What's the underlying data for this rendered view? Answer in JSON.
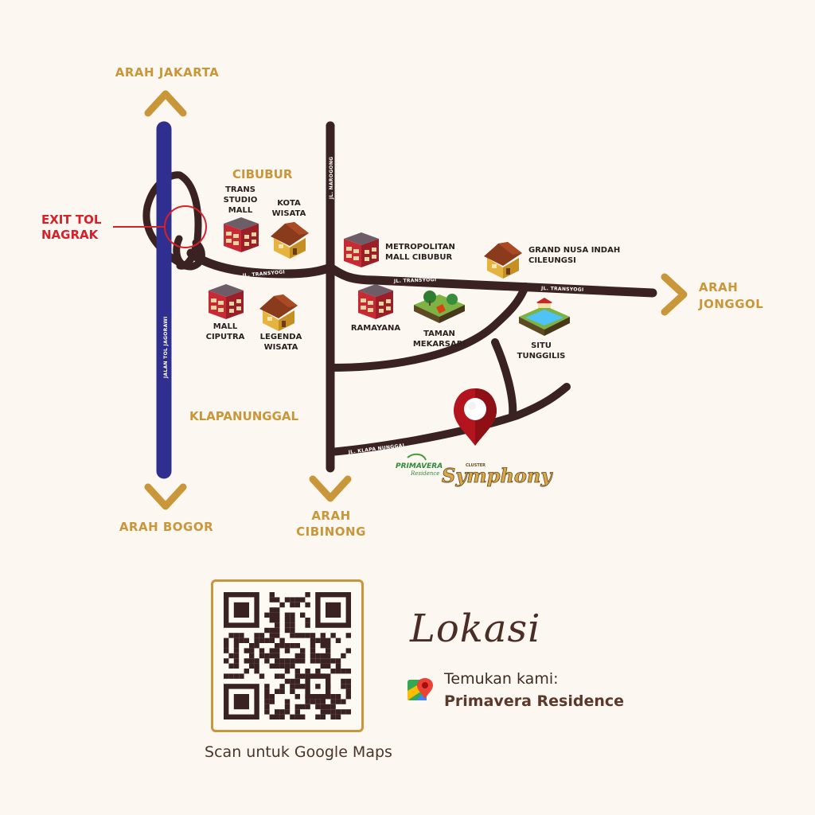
{
  "directions": {
    "north": "ARAH JAKARTA",
    "south": "ARAH BOGOR",
    "south2_line1": "ARAH",
    "south2_line2": "CIBINONG",
    "east_line1": "ARAH",
    "east_line2": "JONGGOL"
  },
  "areas": {
    "cibubur": "CIBUBUR",
    "klapanunggal": "KLAPANUNGGAL"
  },
  "exit": {
    "line1": "EXIT TOL",
    "line2": "NAGRAK"
  },
  "roads": {
    "jagorawi": "JALAN TOL JAGORAWI",
    "narogong": "JL. NAROGONG",
    "transyogi_1": "JL. TRANSYOGI",
    "transyogi_2": "JL. TRANSYOGI",
    "transyogi_3": "JL. TRANSYOGI",
    "klapanunggal": "JL. KLAPA NUNGGAL"
  },
  "landmarks": {
    "trans_studio": [
      "TRANS",
      "STUDIO",
      "MALL"
    ],
    "kota_wisata": [
      "KOTA",
      "WISATA"
    ],
    "metropolitan": [
      "METROPOLITAN",
      "MALL CIBUBUR"
    ],
    "grand_nusa": [
      "GRAND NUSA INDAH",
      "CILEUNGSI"
    ],
    "mall_ciputra": [
      "MALL",
      "CIPUTRA"
    ],
    "legenda_wisata": [
      "LEGENDA",
      "WISATA"
    ],
    "ramayana": [
      "RAMAYANA"
    ],
    "taman_mekarsari": [
      "TAMAN",
      "MEKARSARI"
    ],
    "situ_tunggilis": [
      "SITU",
      "TUNGGILIS"
    ]
  },
  "brand": {
    "primavera_1": "PRIMAVERA",
    "primavera_2": "Residence",
    "cluster": "CLUSTER",
    "symphony": "Symphony"
  },
  "footer": {
    "qr_caption": "Scan untuk Google Maps",
    "title": "Lokasi",
    "find_label": "Temukan kami:",
    "find_value": "Primavera Residence"
  },
  "colors": {
    "road": "#3a2222",
    "toll": "#2e2f8f",
    "gold": "#c9963a",
    "exit_red": "#d81f2a",
    "background": "#fcf8f1"
  }
}
